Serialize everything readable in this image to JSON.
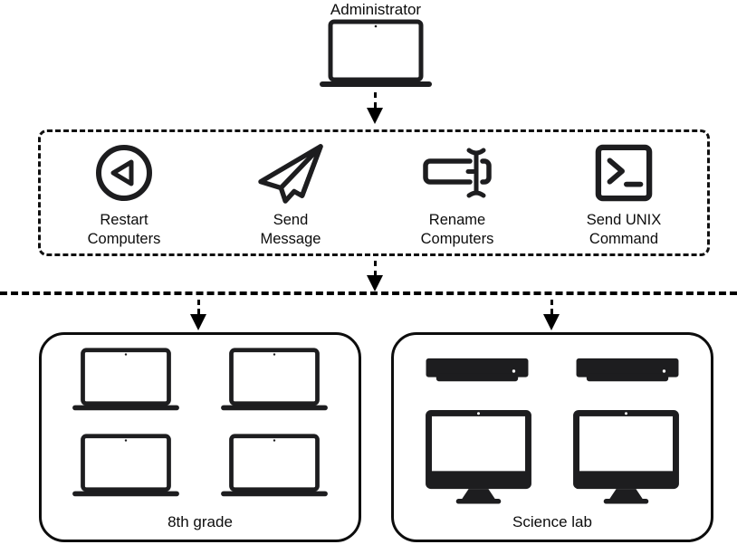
{
  "admin": {
    "label": "Administrator",
    "icon": "laptop-icon"
  },
  "actions": {
    "items": [
      {
        "label": "Restart\nComputers",
        "icon": "restart-icon"
      },
      {
        "label": "Send\nMessage",
        "icon": "send-message-icon"
      },
      {
        "label": "Rename\nComputers",
        "icon": "rename-field-icon"
      },
      {
        "label": "Send UNIX\nCommand",
        "icon": "terminal-icon"
      }
    ]
  },
  "groups": [
    {
      "label": "8th grade",
      "devices": [
        "laptop",
        "laptop",
        "laptop",
        "laptop"
      ]
    },
    {
      "label": "Science lab",
      "devices": [
        "mini",
        "mini",
        "desktop",
        "desktop"
      ]
    }
  ],
  "colors": {
    "ink": "#1d1d1f",
    "background": "#ffffff",
    "connector": "#000000"
  }
}
